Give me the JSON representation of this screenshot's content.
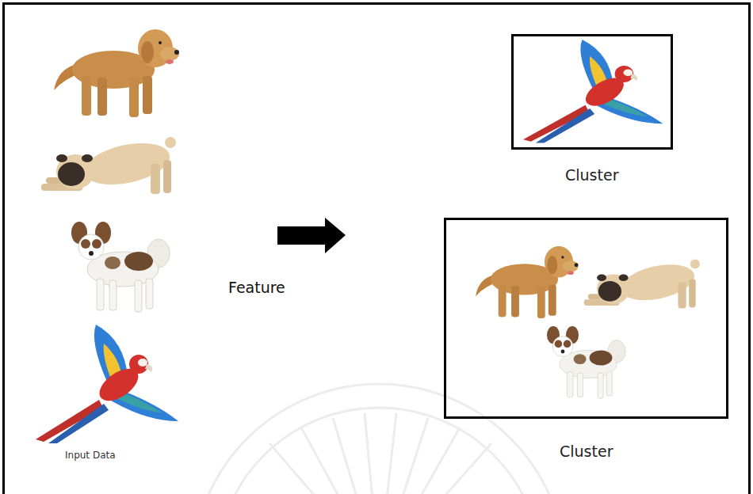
{
  "diagram": {
    "nodes": [
      {
        "text": [
          "Input Data",
          "Feature"
        ]
      },
      {
        "text": [
          "Cluster"
        ],
        "in": 0
      },
      {
        "text": [
          "Cluster"
        ],
        "in": 0
      }
    ]
  }
}
